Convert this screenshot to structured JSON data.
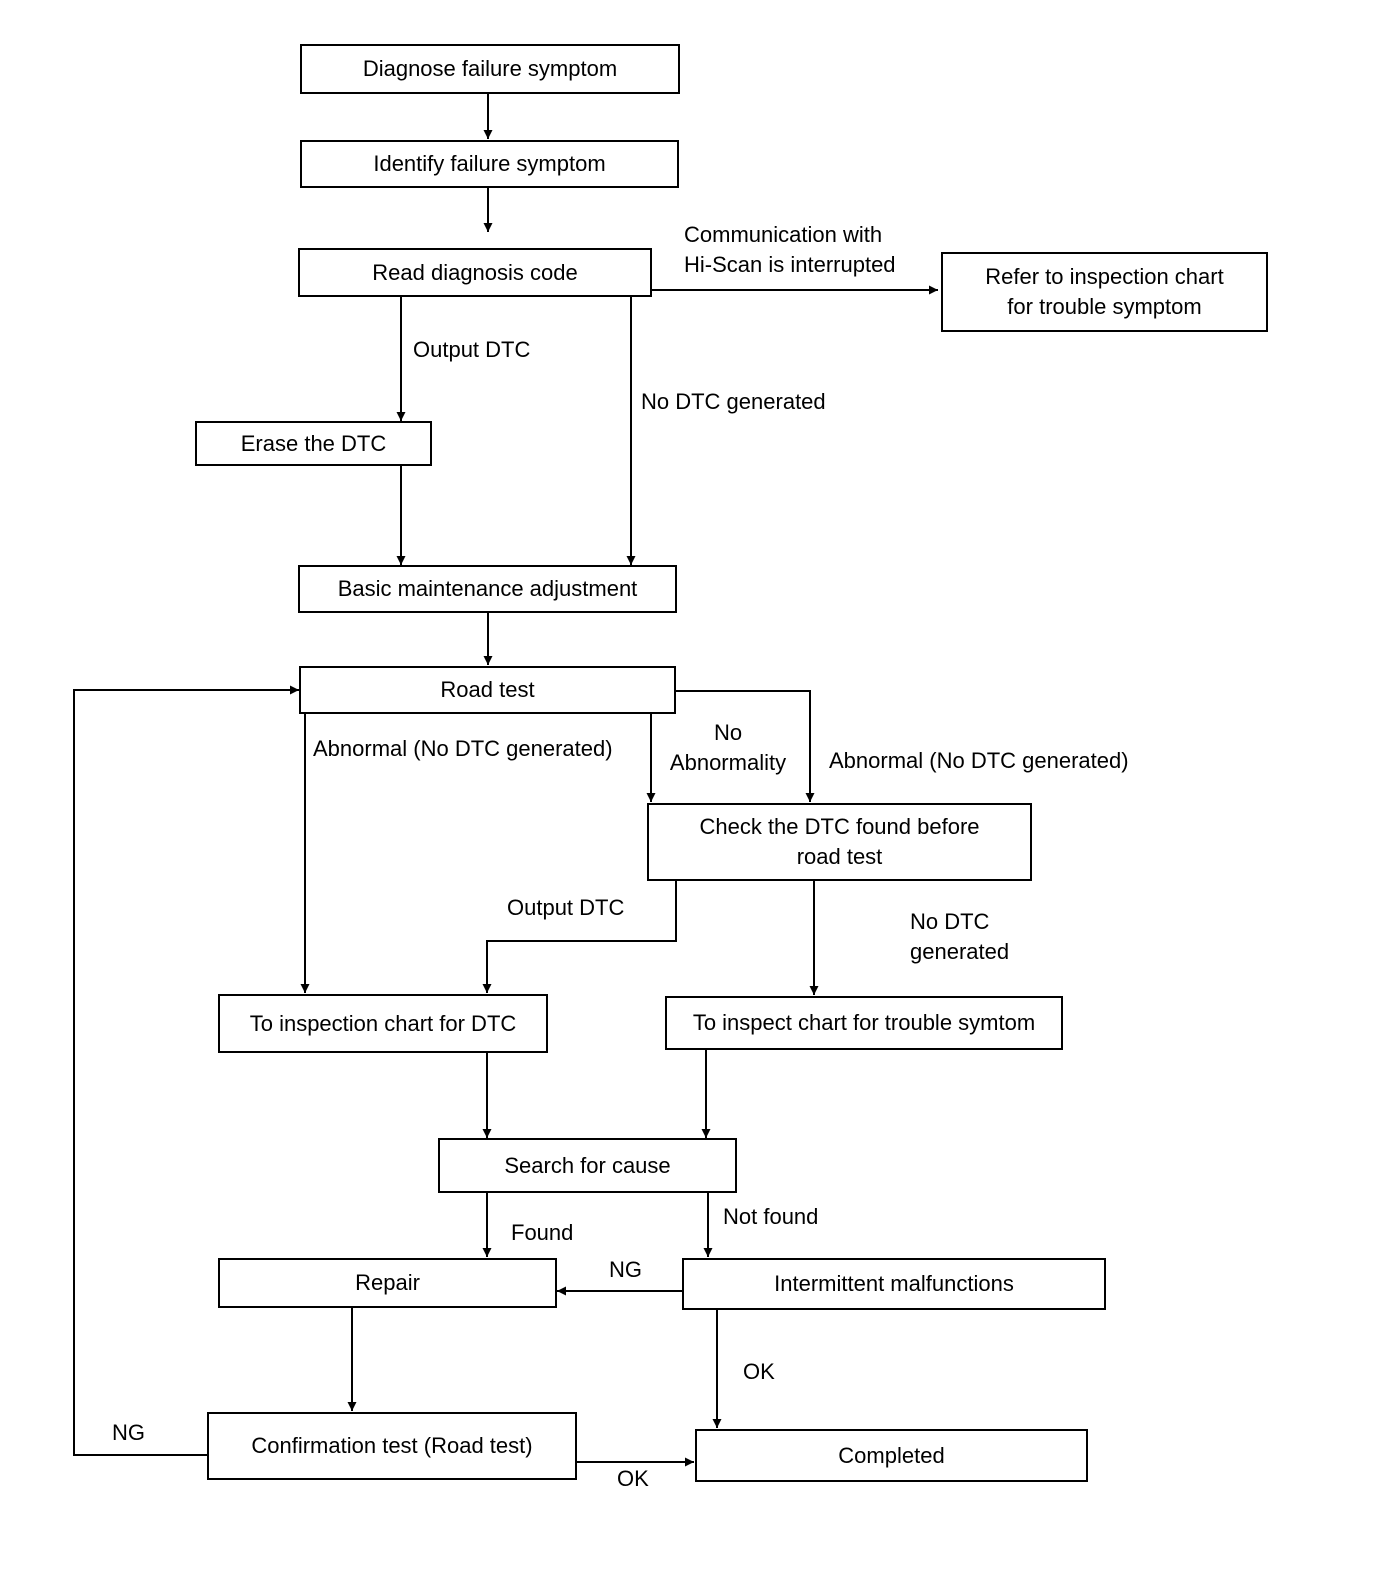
{
  "nodes": {
    "diagnose": "Diagnose failure symptom",
    "identify": "Identify failure symptom",
    "read_code": "Read diagnosis code",
    "refer_chart": "Refer to inspection chart\nfor trouble symptom",
    "erase": "Erase the DTC",
    "basic_maint": "Basic maintenance adjustment",
    "road_test": "Road test",
    "check_dtc": "Check the DTC found before\nroad test",
    "insp_dtc": "To inspection chart for DTC",
    "insp_symptom": "To inspect chart for trouble symtom",
    "search": "Search for cause",
    "repair": "Repair",
    "intermittent": "Intermittent malfunctions",
    "confirm": "Confirmation test (Road test)",
    "completed": "Completed"
  },
  "edges": {
    "comm_interrupted": "Communication with\nHi-Scan is interrupted",
    "output_dtc_1": "Output DTC",
    "no_dtc_1": "No DTC generated",
    "abnormal_left": "Abnormal (No DTC generated)",
    "no_abnormality": "No\nAbnormality",
    "abnormal_right": "Abnormal (No DTC generated)",
    "output_dtc_2": "Output DTC",
    "no_dtc_2": "No DTC\ngenerated",
    "found": "Found",
    "not_found": "Not found",
    "ng_intermittent": "NG",
    "ok_intermittent": "OK",
    "ng_confirm": "NG",
    "ok_confirm": "OK"
  }
}
